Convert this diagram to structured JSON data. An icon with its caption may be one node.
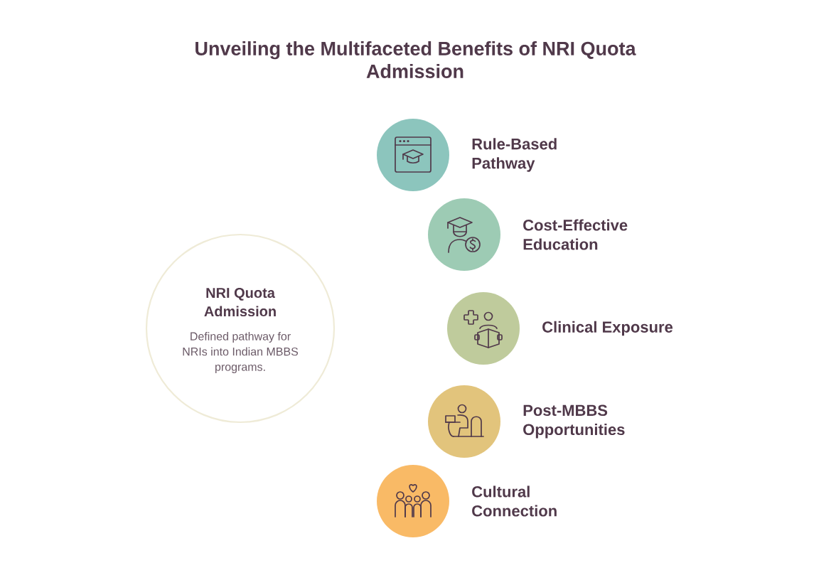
{
  "diagram": {
    "title": "Unveiling the Multifaceted Benefits of NRI Quota Admission",
    "nodes": [
      {
        "text": [
          "NRI Quota Admission",
          "Defined pathway for NRIs into Indian MBBS programs."
        ]
      },
      {
        "text": [
          "Rule-Based Pathway"
        ]
      },
      {
        "text": [
          "Cost-Effective Education"
        ]
      },
      {
        "text": [
          "Clinical Exposure"
        ]
      },
      {
        "text": [
          "Post-MBBS Opportunities"
        ]
      },
      {
        "text": [
          "Cultural Connection"
        ]
      }
    ]
  }
}
